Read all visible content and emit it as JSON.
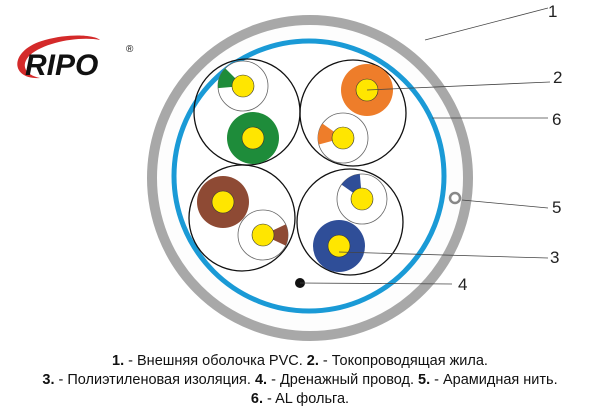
{
  "logo": {
    "text": "RIPO",
    "registered": "®"
  },
  "callouts": [
    "1",
    "2",
    "6",
    "5",
    "3",
    "4"
  ],
  "legend": [
    {
      "num": "1.",
      "text": " - Внешняя оболочка PVC. "
    },
    {
      "num": "2.",
      "text": " - Токопроводящая жила."
    },
    {
      "num": "3.",
      "text": " - Полиэтиленовая изоляция. "
    },
    {
      "num": "4.",
      "text": " - Дренажный провод. "
    },
    {
      "num": "5.",
      "text": " - Арамидная нить."
    },
    {
      "num": "6.",
      "text": " - AL фольга."
    }
  ],
  "colors": {
    "sheath": "#a8a8a8",
    "foil": "#1a9ad6",
    "conductor": "#ffe600",
    "green": "#1e8c3a",
    "orange": "#ee7d2a",
    "brown": "#8e4a34",
    "blue": "#2f4e98",
    "logo_red": "#d42a2a"
  }
}
